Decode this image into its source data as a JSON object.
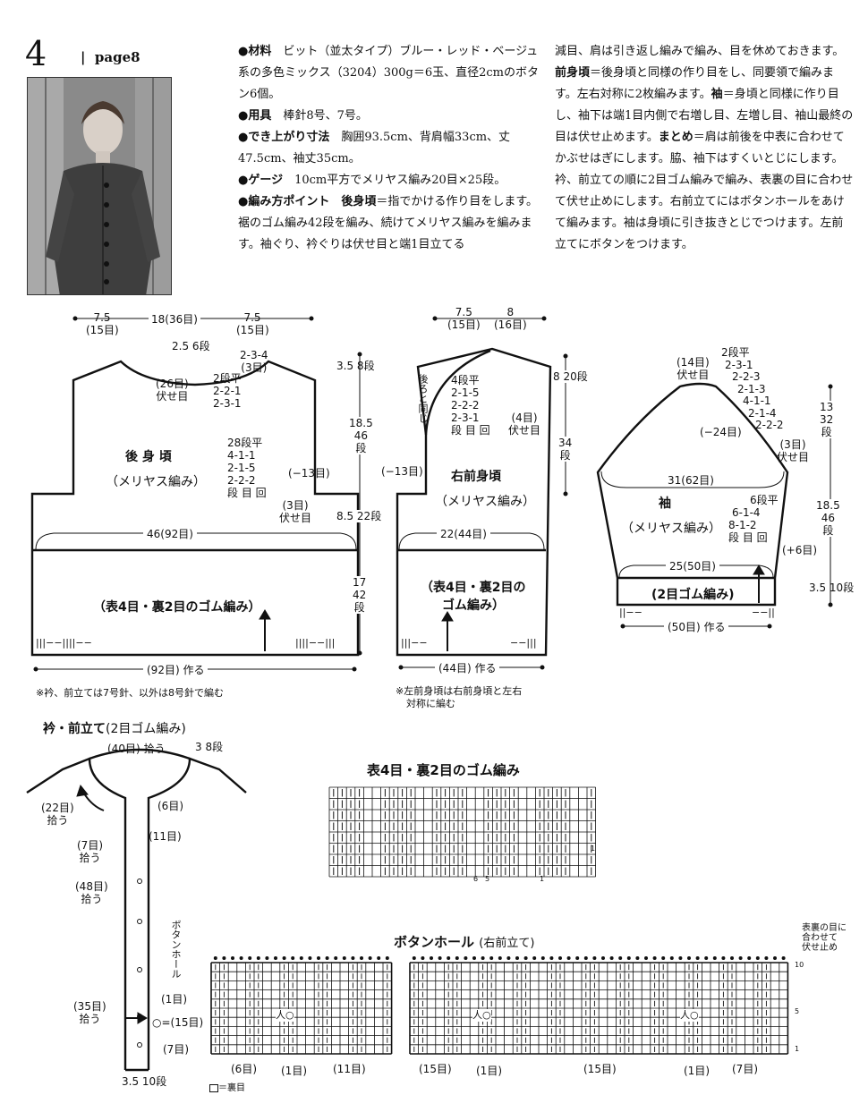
{
  "header": {
    "number": "4",
    "page_ref": "page8"
  },
  "instructions": {
    "p1": [
      {
        "b": "●材料",
        "t": "　ビット（並太タイプ）ブルー・レッド・ベージュ系の多色ミックス（3204）300g＝6玉、直径2cmのボタン6個。"
      },
      {
        "b": "●用具",
        "t": "　棒針8号、7号。"
      },
      {
        "b": "●でき上がり寸法",
        "t": "　胸囲93.5cm、背肩幅33cm、丈47.5cm、袖丈35cm。"
      },
      {
        "b": "●ゲージ",
        "t": "　10cm平方でメリヤス編み20目×25段。"
      },
      {
        "b": "●編み方ポイント　後身頃",
        "t": "＝指でかける作り目をします。裾のゴム編み42段を編み、続けてメリヤス編みを編みます。袖ぐり、衿ぐりは伏せ目と端1目立てる"
      }
    ],
    "p2": [
      {
        "b": "",
        "t": "減目、肩は引き返し編みで編み、目を休めておきます。"
      },
      {
        "b": "前身頃",
        "t": "＝後身頃と同様の作り目をし、同要領で編みます。左右対称に2枚編みます。"
      },
      {
        "b": "袖",
        "t": "＝身頃と同様に作り目し、袖下は端1目内側で右増し目、左増し目、袖山最終の目は伏せ止めます。"
      },
      {
        "b": "まとめ",
        "t": "＝肩は前後を中表に合わせてかぶせはぎにします。脇、袖下はすくいとじにします。衿、前立ての順に2目ゴム編みで編み、表裏の目に合わせて伏せ止めにします。右前立てにはボタンホールをあけて編みます。袖は身頃に引き抜きとじでつけます。左前立てにボタンをつけます。"
      }
    ]
  },
  "back": {
    "title": "後 身 頃",
    "sub": "（メリヤス編み）",
    "top_left_a": "7.5",
    "top_left_b": "(15目)",
    "top_mid": "18(36目)",
    "top_right_a": "7.5",
    "top_right_b": "(15目)",
    "neck_a": "2.5",
    "neck_b": "6",
    "neck_c": "段",
    "neck_bind": "(26目)",
    "neck_bind2": "伏せ目",
    "neck_dec": [
      "2-2-1",
      "2-3-1"
    ],
    "neck_dec_h": "2段平",
    "shoulder": [
      "2-3-4",
      "(3目)"
    ],
    "arm": [
      "28段平",
      "4-1-1",
      "2-1-5",
      "2-2-2",
      "段 目 回"
    ],
    "arm_minus": "(−13目)",
    "arm_bind": "(3目)",
    "arm_bind2": "伏せ目",
    "width": "46(92目)",
    "rib": "（表4目・裏2目のゴム編み）",
    "cast": "(92目) 作る",
    "edge_l": "|||−−||||−−",
    "edge_r": "||||−−|||"
  },
  "vert_left": {
    "v1": "3.5",
    "v1b": "8",
    "v1c": "段",
    "v2": "18.5",
    "v2b": "46",
    "v2c": "段",
    "v3": "8.5",
    "v3b": "22",
    "v3c": "段",
    "v4": "17",
    "v4b": "42",
    "v4c": "段"
  },
  "front": {
    "title": "右前身頃",
    "sub": "（メリヤス編み）",
    "top_a": "7.5",
    "top_a2": "(15目)",
    "top_b": "8",
    "top_b2": "(16目)",
    "same": "後ろと同じ",
    "neck": [
      "4段平",
      "2-1-5",
      "2-2-2",
      "2-3-1",
      "段 目 回"
    ],
    "neck_bind": "(4目)",
    "neck_bind2": "伏せ目",
    "arm_minus": "(−13目)",
    "width": "22(44目)",
    "rib1": "（表4目・裏2目の",
    "rib2": "ゴム編み）",
    "cast": "(44目) 作る",
    "edge_l": "|||−−",
    "edge_r": "−−|||",
    "v1": "8",
    "v1b": "20",
    "v1c": "段",
    "v2b": "34",
    "v2c": "段"
  },
  "sleeve": {
    "title": "袖",
    "sub": "（メリヤス編み）",
    "top": "(14目)",
    "top2": "伏せ目",
    "cap": [
      "2段平",
      "2-3-1",
      "2-2-3",
      "2-1-3",
      "4-1-1",
      "2-1-4",
      "2-2-2"
    ],
    "cap_minus": "(−24目)",
    "cap_bind": "(3目)",
    "cap_bind2": "伏せ目",
    "width": "31(62目)",
    "inc": [
      "6段平",
      "6-1-4",
      "8-1-2",
      "段 目 回"
    ],
    "plus": "(+6目)",
    "wrist": "25(50目)",
    "rib": "(2目ゴム編み)",
    "cast": "(50目) 作る",
    "edge_l": "||−−",
    "edge_r": "−−||",
    "v1": "13",
    "v1b": "32",
    "v1c": "段",
    "v2": "18.5",
    "v2b": "46",
    "v2c": "段",
    "v3": "3.5",
    "v3b": "10",
    "v3c": "段"
  },
  "notes": {
    "needle": "※衿、前立ては7号針、以外は8号針で編む",
    "left_front1": "※左前身頃は右前身頃と左右",
    "left_front2": "対称に編む"
  },
  "collar": {
    "title": "衿・前立て",
    "title2": "(2目ゴム編み)",
    "pick_top": "(40目) 拾う",
    "h": "3",
    "hb": "8",
    "hc": "段",
    "p22": "(22目)",
    "p22b": "拾う",
    "p7": "(7目)",
    "p7b": "拾う",
    "p48": "(48目)",
    "p48b": "拾う",
    "p35": "(35目)",
    "p35b": "拾う",
    "s6": "(6目)",
    "s11": "(11目)",
    "bh": "ボタンホール",
    "s1": "(1目)",
    "s15": "○=(15目)",
    "s7": "(7目)",
    "bottom": "3.5",
    "bottomb": "10",
    "bottomc": "段"
  },
  "rib_chart": {
    "title": "表4目・裏2目のゴム編み",
    "num6": "6",
    "num5": "5",
    "num1": "1",
    "row1": "1"
  },
  "bh_chart": {
    "title": "ボタンホール",
    "title2": "(右前立て)",
    "note1": "表裏の目に",
    "note2": "合わせて",
    "note3": "伏せ止め",
    "row10": "10",
    "row5": "5",
    "row1": "1",
    "b1": "(6目)",
    "b2": "(1目)",
    "b3": "(11目)",
    "b4": "(15目)",
    "b5": "(1目)",
    "b6": "(15目)",
    "b7": "(1目)",
    "b8": "(7目)",
    "legend": "＝裏目",
    "mark": "人○"
  }
}
